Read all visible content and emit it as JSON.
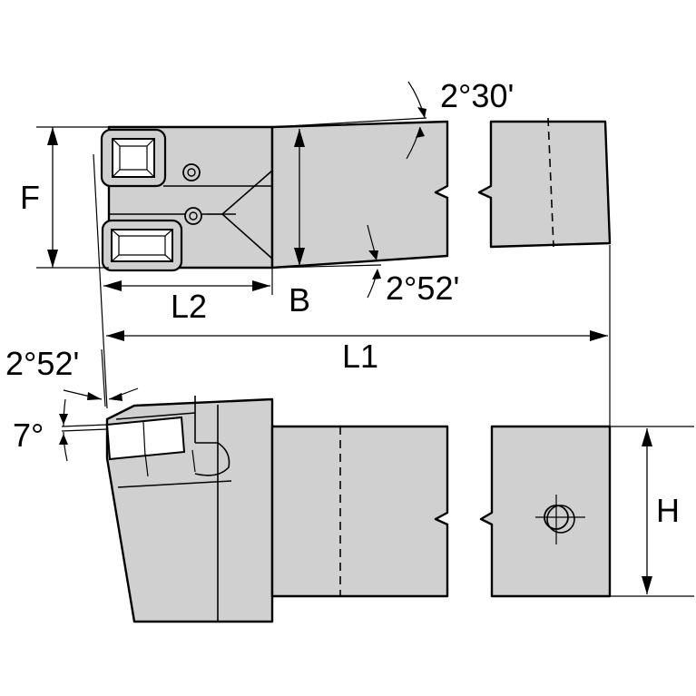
{
  "labels": {
    "F": "F",
    "B": "B",
    "L1": "L1",
    "L2": "L2",
    "H": "H",
    "angle_top": "2°30'",
    "angle_bottom": "2°52'",
    "angle_side": "2°52'",
    "angle_rake": "7°"
  },
  "colors": {
    "fill": "#d0d0d0",
    "line": "#000000",
    "background": "#ffffff"
  }
}
